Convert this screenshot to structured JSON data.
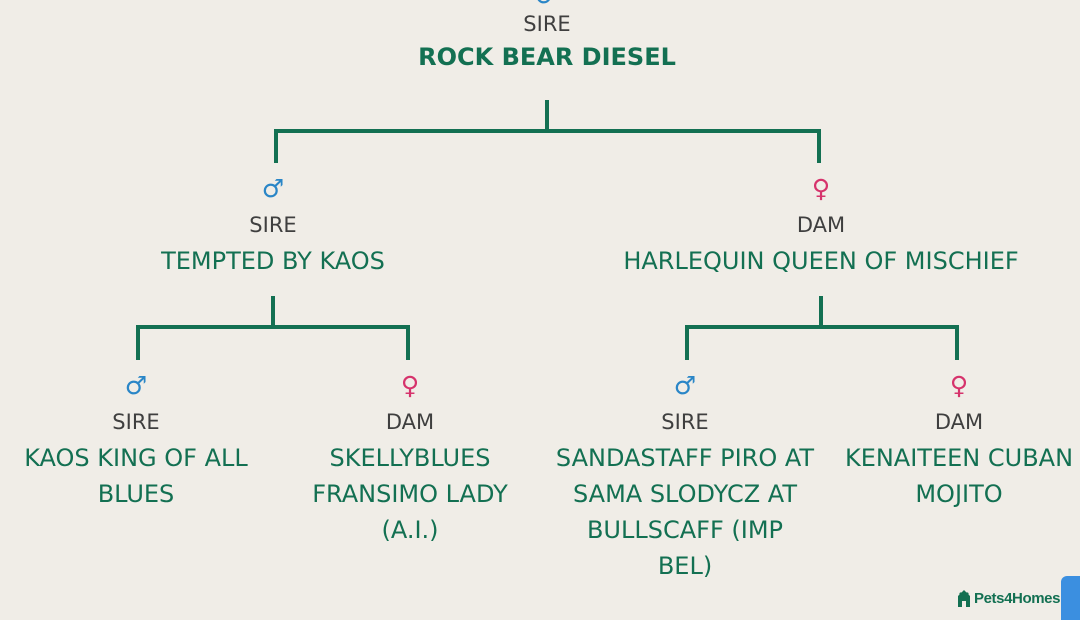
{
  "colors": {
    "background": "#f0ede7",
    "line": "#137052",
    "name_text": "#137052",
    "role_text": "#3f3f3f",
    "male_symbol": "#2a86c7",
    "female_symbol": "#d6336c",
    "corner_tab": "#3b8fe0"
  },
  "symbols": {
    "male": "♂",
    "female": "♀"
  },
  "root": {
    "role": "SIRE",
    "name": "ROCK BEAR DIESEL",
    "icon": "male-icon"
  },
  "parents": [
    {
      "sex": "male",
      "icon": "male-icon",
      "role": "SIRE",
      "name": "TEMPTED BY KAOS",
      "children": [
        {
          "sex": "male",
          "icon": "male-icon",
          "role": "SIRE",
          "name_lines": [
            "KAOS KING OF ALL",
            "BLUES"
          ]
        },
        {
          "sex": "female",
          "icon": "female-icon",
          "role": "DAM",
          "name_lines": [
            "SKELLYBLUES",
            "FRANSIMO LADY",
            "(A.I.)"
          ]
        }
      ]
    },
    {
      "sex": "female",
      "icon": "female-icon",
      "role": "DAM",
      "name": "HARLEQUIN QUEEN OF MISCHIEF",
      "children": [
        {
          "sex": "male",
          "icon": "male-icon",
          "role": "SIRE",
          "name_lines": [
            "SANDASTAFF PIRO AT",
            "SAMA SLODYCZ AT",
            "BULLSCAFF (IMP",
            "BEL)"
          ]
        },
        {
          "sex": "female",
          "icon": "female-icon",
          "role": "DAM",
          "name_lines": [
            "KENAITEEN CUBAN",
            "MOJITO"
          ]
        }
      ]
    }
  ],
  "brand": {
    "name": "Pets4Homes",
    "icon": "pets4homes-logo-icon"
  }
}
